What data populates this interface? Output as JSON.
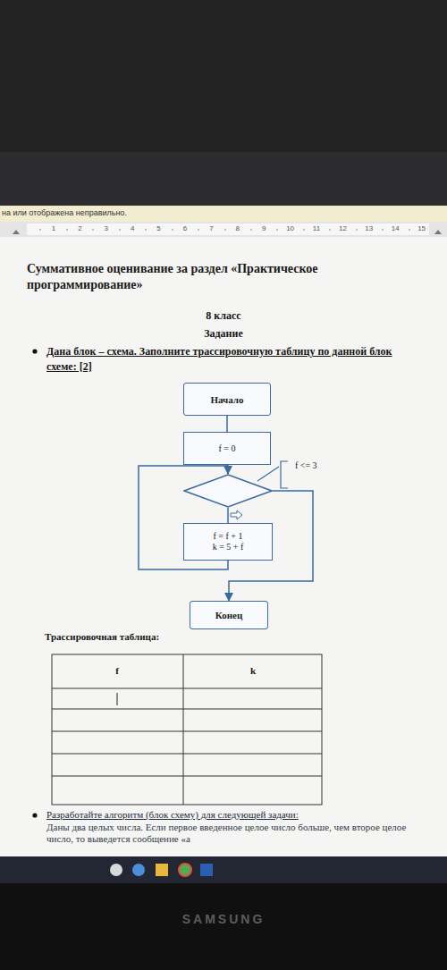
{
  "diagram": {
    "title": "Суммативное оценивание за раздел «Практическое программирование»",
    "nodes": [
      {
        "text": [
          "Начало"
        ]
      },
      {
        "text": [
          "f = 0"
        ]
      },
      {
        "text": [
          "f <= 3"
        ]
      },
      {
        "text": [
          "f = f + 1",
          "k = 5 + f"
        ]
      },
      {
        "text": [
          "Конец"
        ]
      }
    ],
    "edges": [
      {
        "from": 0,
        "to": 1,
        "arrow": "none"
      },
      {
        "from": 1,
        "to": 2,
        "arrow": "none"
      },
      {
        "from": 2,
        "to": 3,
        "arrow": "none"
      },
      {
        "from": 3,
        "to": 2,
        "arrow": "to"
      },
      {
        "from": 2,
        "to": 4,
        "arrow": "to"
      }
    ],
    "labels": [
      "на или отображена неправильно.",
      "1",
      "2",
      "3",
      "4",
      "5",
      "6",
      "7",
      "8",
      "9",
      "10",
      "11",
      "12",
      "13",
      "14",
      "15",
      "8 класс",
      "Задание",
      "Дана блок – схема. Заполните трассировочную таблицу по данной блок схеме: [2]",
      "Трассировочная таблица:",
      "f",
      "k",
      "Разработайте алгоритм (блок схему) для следующей задачи:",
      "Даны два целых числа. Если первое введенное целое число больше, чем второе целое число, то выведется сообщение «а",
      "SAMSUNG"
    ]
  }
}
